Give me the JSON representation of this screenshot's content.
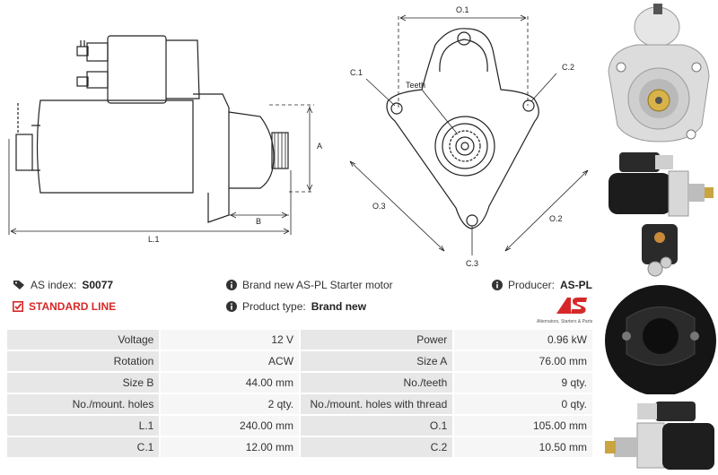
{
  "diagram": {
    "labels": {
      "o1": "O.1",
      "c1": "C.1",
      "c2": "C.2",
      "c3": "C.3",
      "o2": "O.2",
      "o3": "O.3",
      "teeth": "Teeth",
      "a": "A",
      "b": "B",
      "l1": "L.1"
    }
  },
  "info": {
    "as_index_label": "AS index:",
    "as_index_value": "S0077",
    "description": "Brand new AS-PL Starter motor",
    "producer_label": "Producer:",
    "producer_value": "AS-PL",
    "standard_line": "STANDARD LINE",
    "product_type_label": "Product type:",
    "product_type_value": "Brand new",
    "logo_sub": "Alternators, Starters & Parts"
  },
  "specs": [
    {
      "l1": "Voltage",
      "v1": "12 V",
      "l2": "Power",
      "v2": "0.96 kW"
    },
    {
      "l1": "Rotation",
      "v1": "ACW",
      "l2": "Size A",
      "v2": "76.00 mm"
    },
    {
      "l1": "Size B",
      "v1": "44.00 mm",
      "l2": "No./teeth",
      "v2": "9 qty."
    },
    {
      "l1": "No./mount. holes",
      "v1": "2 qty.",
      "l2": "No./mount. holes with thread",
      "v2": "0 qty."
    },
    {
      "l1": "L.1",
      "v1": "240.00 mm",
      "l2": "O.1",
      "v2": "105.00 mm"
    },
    {
      "l1": "C.1",
      "v1": "12.00 mm",
      "l2": "C.2",
      "v2": "10.50 mm"
    }
  ],
  "colors": {
    "accent_red": "#d62828",
    "label_bg": "#e7e7e7",
    "value_bg": "#f6f6f6"
  }
}
